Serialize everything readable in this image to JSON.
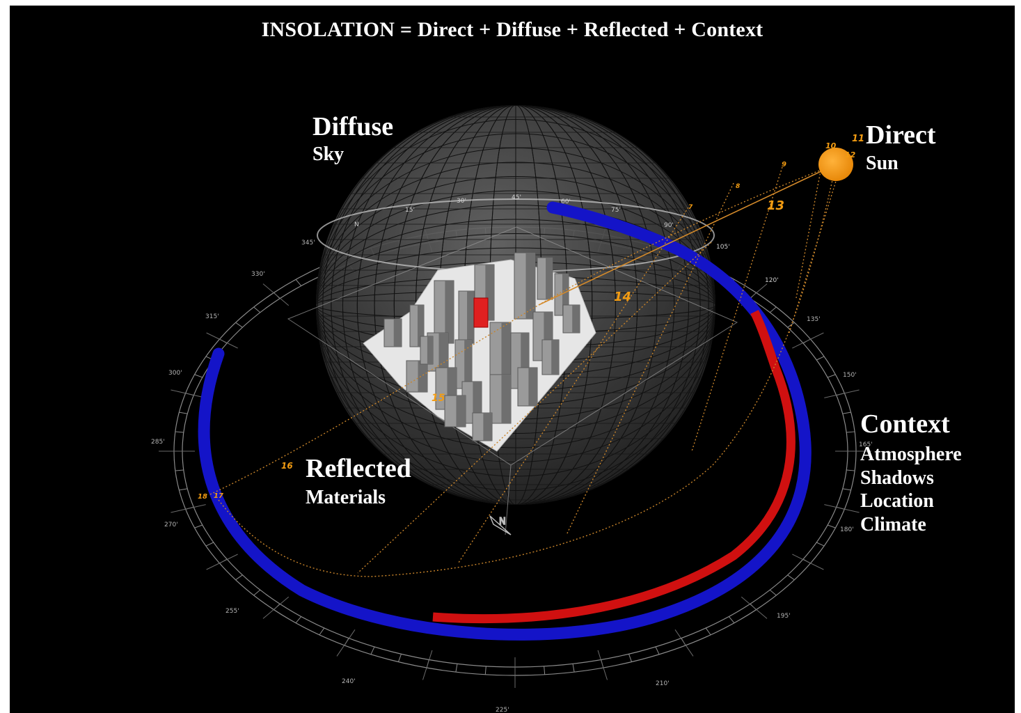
{
  "title": "INSOLATION = Direct + Diffuse + Reflected + Context",
  "labels": {
    "diffuse": {
      "heading": "Diffuse",
      "sub": "Sky"
    },
    "direct": {
      "heading": "Direct",
      "sub": "Sun"
    },
    "reflected": {
      "heading": "Reflected",
      "sub": "Materials"
    },
    "context": {
      "heading": "Context",
      "items": [
        "Atmosphere",
        "Shadows",
        "Location",
        "Climate"
      ]
    }
  },
  "compass_ticks": [
    "135'",
    "150'",
    "165'",
    "180'",
    "195'",
    "210'",
    "225'",
    "240'",
    "255'",
    "270'",
    "285'",
    "300'",
    "315'",
    "330'",
    "345'"
  ],
  "dome_ticks": [
    "N",
    "15'",
    "30'",
    "45'",
    "60'",
    "75'",
    "90'",
    "105'",
    "120'"
  ],
  "sun_hours": [
    "7",
    "8",
    "9",
    "10",
    "11",
    "12",
    "13",
    "14",
    "15",
    "16",
    "17",
    "18"
  ],
  "north_marker": "N",
  "colors": {
    "background": "#000000",
    "sun": "#f39c12",
    "sun_path": "#c8842a",
    "ring_blue": "#1010c8",
    "ring_red": "#d01010",
    "target_building": "#e02020",
    "dome": "#4a4a4a"
  }
}
